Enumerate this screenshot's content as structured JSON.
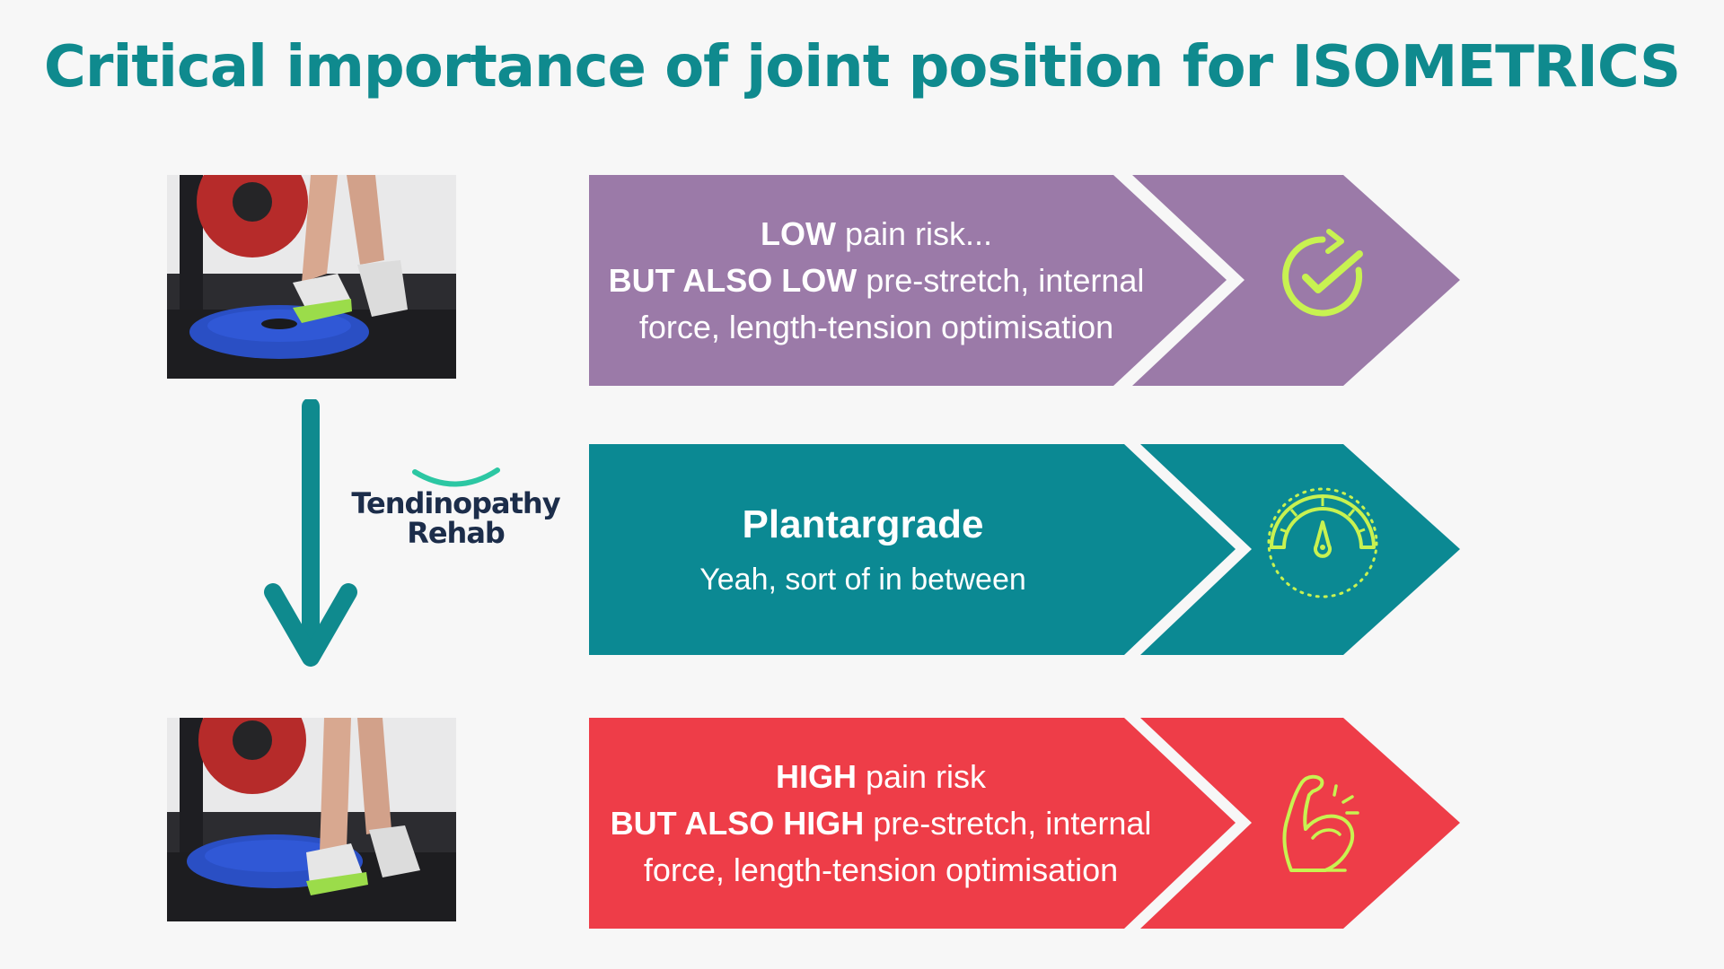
{
  "title": "Critical importance of joint position for ISOMETRICS",
  "logo": {
    "line1": "Tendinopathy",
    "line2": "Rehab"
  },
  "bands": {
    "top": {
      "line1_bold": "LOW",
      "line1_rest": " pain risk...",
      "line2_bold": "BUT ALSO LOW",
      "line2_rest": " pre-stretch, internal force, length-tension optimisation",
      "color": "#9b7aa8",
      "icon": "check-refresh-icon"
    },
    "middle": {
      "heading": "Plantargrade",
      "sub": "Yeah, sort of in between",
      "color": "#0b8993",
      "icon": "gauge-icon"
    },
    "bottom": {
      "line1_bold": "HIGH",
      "line1_rest": " pain risk",
      "line2_bold": "BUT ALSO HIGH",
      "line2_rest": " pre-stretch, internal force, length-tension optimisation",
      "color": "#ee3d48",
      "icon": "flexed-arm-icon"
    }
  },
  "colors": {
    "title": "#0f8a8e",
    "arrow": "#0f8a8e",
    "icon_accent": "#c8f251",
    "logo_text": "#1c2d4a",
    "logo_swoosh": "#2cc7a3"
  }
}
